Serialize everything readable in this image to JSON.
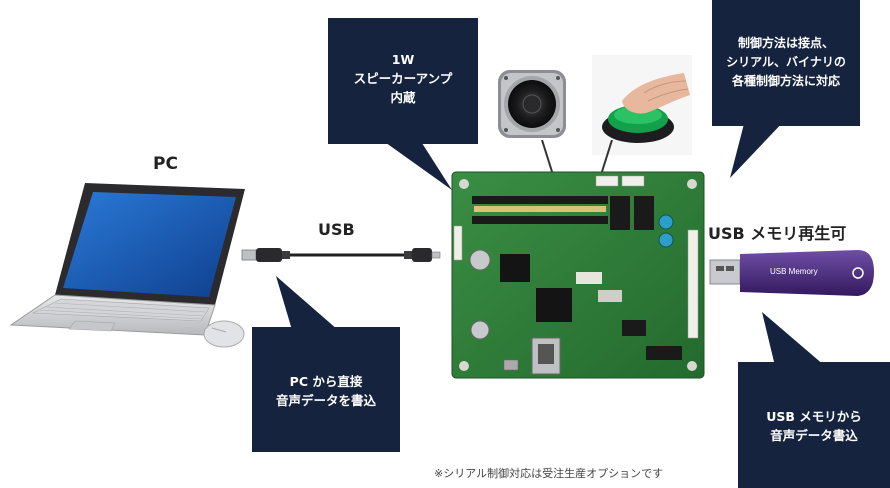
{
  "colors": {
    "callout": "#15233f",
    "board": "#2f7d3a",
    "usb_stick": "#4a2d7a",
    "laptop_screen": "#1d5fb8"
  },
  "labels": {
    "pc": "PC",
    "usb": "USB",
    "usb_memory_playback": "USB メモリ再生可",
    "usb_stick_text": "USB Memory"
  },
  "callouts": {
    "speaker_amp": "1W\nスピーカーアンプ\n内蔵",
    "control_method": "制御方法は接点、\nシリアル、バイナリの\n各種制御方法に対応",
    "pc_write": "PC から直接\n音声データを書込",
    "usb_write": "USB メモリから\n音声データ書込"
  },
  "note": "※シリアル制御対応は受注生産オプションです",
  "icons": {
    "speaker": "speaker-icon",
    "button": "push-button-icon",
    "laptop": "laptop-icon",
    "mouse": "mouse-icon",
    "usb_stick": "usb-stick-icon",
    "board": "circuit-board-icon"
  }
}
